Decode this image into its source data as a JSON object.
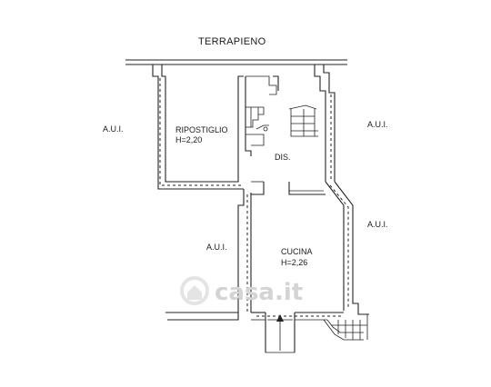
{
  "labels": {
    "top": "TERRAPIENO",
    "aui_left": "A.U.I.",
    "aui_right_top": "A.U.I.",
    "aui_right_mid": "A.U.I.",
    "aui_bottom": "A.U.I.",
    "ripostiglio_name": "RIPOSTIGLIO",
    "ripostiglio_height": "H=2,20",
    "dis": "DIS.",
    "cucina_name": "CUCINA",
    "cucina_height": "H=2,26"
  },
  "watermark": {
    "text": "casa.it"
  },
  "icons": {
    "entrance": "entrance-arrow-icon",
    "watermark": "house-logo-icon"
  }
}
